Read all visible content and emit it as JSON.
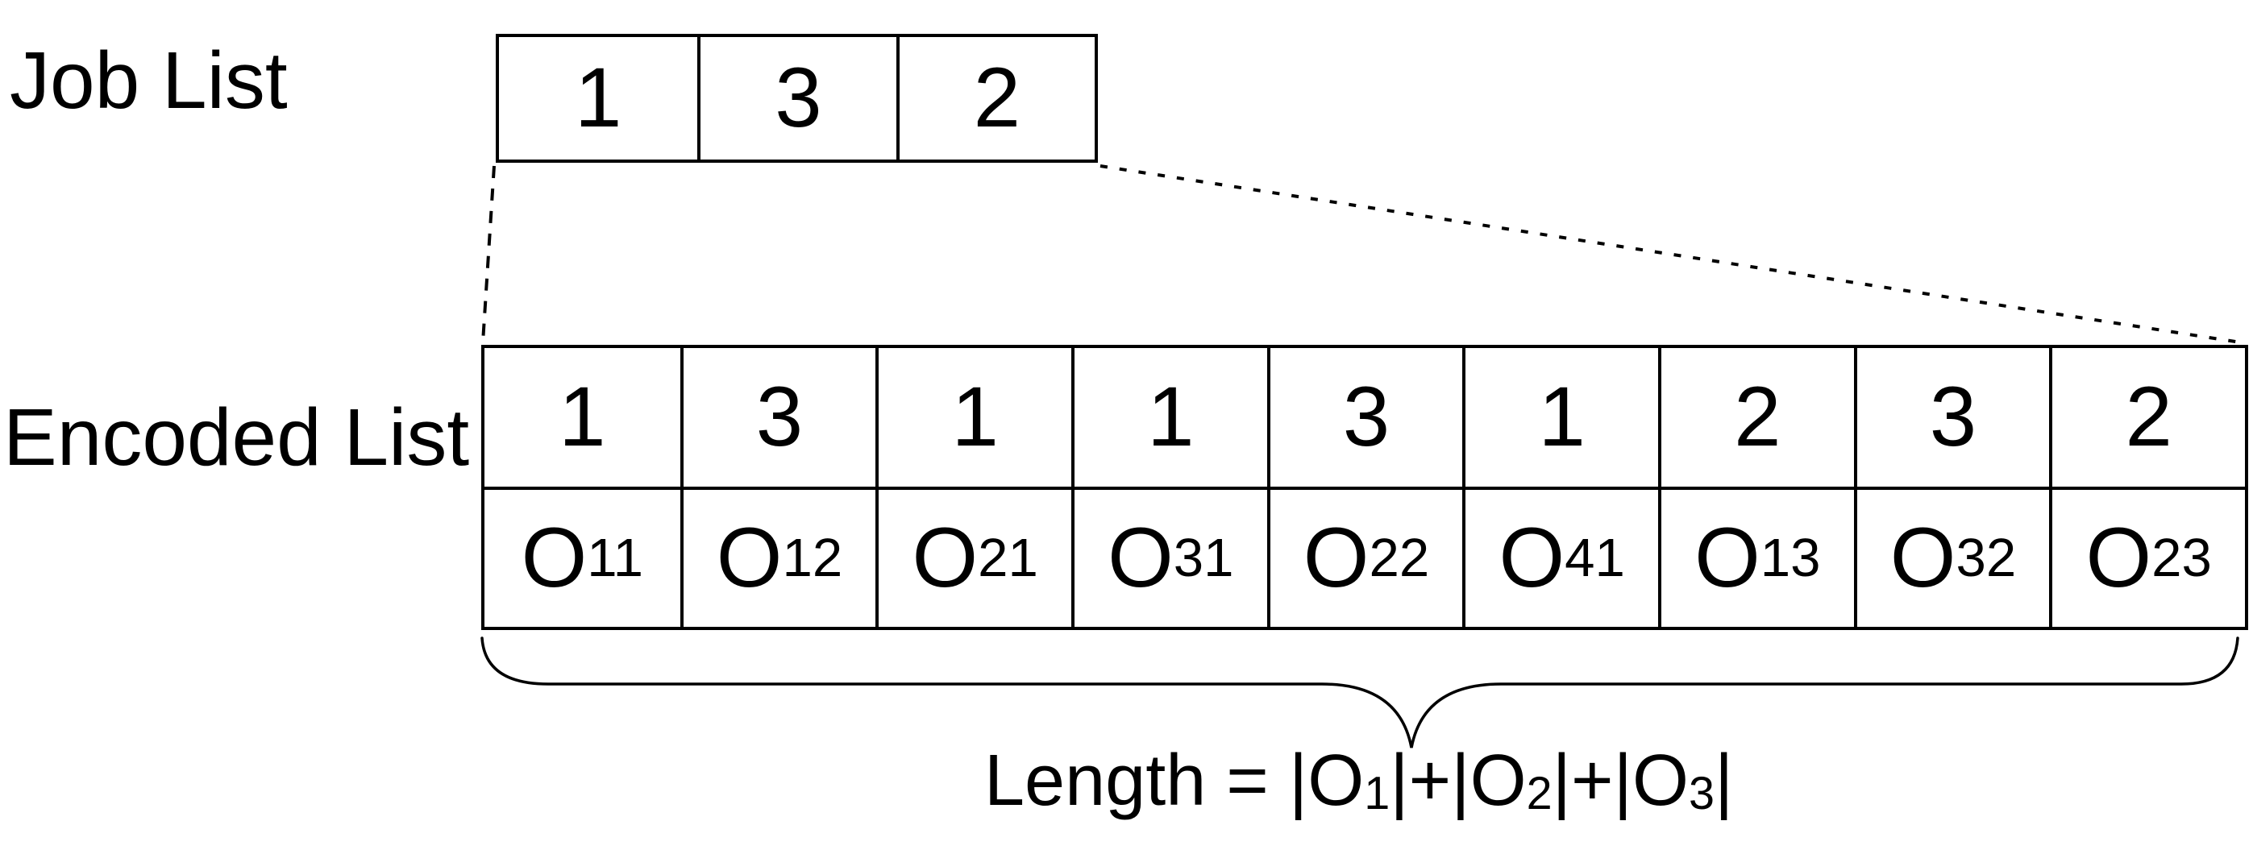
{
  "colors": {
    "line": "#000000",
    "text": "#000000",
    "background": "#ffffff"
  },
  "job_list": {
    "label": "Job List",
    "cells": [
      "1",
      "3",
      "2"
    ]
  },
  "encoded_list": {
    "label": "Encoded List",
    "machine_row": [
      "1",
      "3",
      "1",
      "1",
      "3",
      "1",
      "2",
      "3",
      "2"
    ],
    "operation_row": [
      {
        "base": "O",
        "sub": "11"
      },
      {
        "base": "O",
        "sub": "12"
      },
      {
        "base": "O",
        "sub": "21"
      },
      {
        "base": "O",
        "sub": "31"
      },
      {
        "base": "O",
        "sub": "22"
      },
      {
        "base": "O",
        "sub": "41"
      },
      {
        "base": "O",
        "sub": "13"
      },
      {
        "base": "O",
        "sub": "32"
      },
      {
        "base": "O",
        "sub": "23"
      }
    ]
  },
  "length_formula": {
    "runs": [
      {
        "text": "Length = |O"
      },
      {
        "sub": "1"
      },
      {
        "text": "|+|O"
      },
      {
        "sub": "2"
      },
      {
        "text": "|+|O"
      },
      {
        "sub": "3"
      },
      {
        "text": "|"
      }
    ]
  }
}
